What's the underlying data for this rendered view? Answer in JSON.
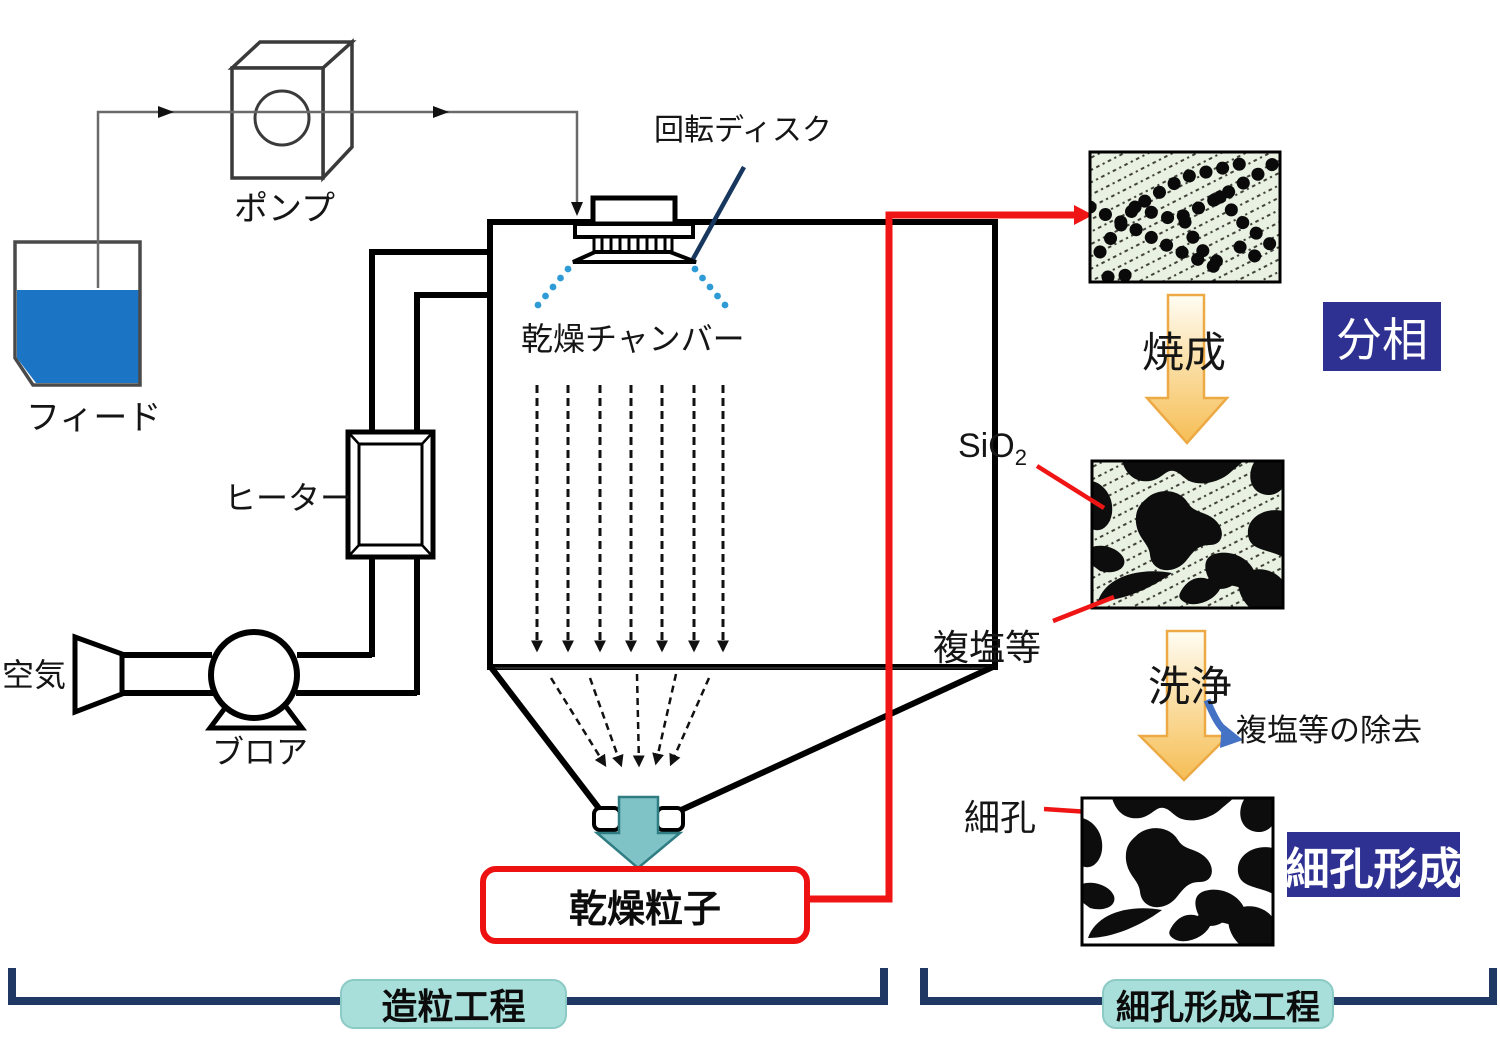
{
  "spray_dryer": {
    "feed_label": "フィード",
    "pump_label": "ポンプ",
    "heater_label": "ヒーター",
    "air_label": "空気",
    "blower_label": "ブロア",
    "chamber_label": "乾燥チャンバー",
    "rotating_disk_label": "回転ディスク",
    "dried_particles_label": "乾燥粒子"
  },
  "pore_process": {
    "calcination_label": "焼成",
    "phase_separation_label": "分相",
    "sio2_label": "SiO",
    "sio2_subscript": "2",
    "double_salt_label": "複塩等",
    "washing_label": "洗浄",
    "salt_removal_label": "複塩等の除去",
    "pore_label": "細孔",
    "pore_formation_label": "細孔形成"
  },
  "process_brackets": {
    "granulation_label": "造粒工程",
    "pore_formation_process_label": "細孔形成工程"
  },
  "colors": {
    "feed_liquid_blue": "#1b75c4",
    "connector_red": "#f01515",
    "process_arrow_orange": "#f6be55",
    "process_arrow_border": "#eca944",
    "navy_label_bg": "#2e3191",
    "teal_label_bg": "#a9dfdb",
    "teal_outlet_arrow": "#7fc3c6",
    "bracket_navy": "#1f3864",
    "micrograph_bg_green": "#e8f1e2",
    "spray_dot_blue": "#2e9bd6",
    "salt_removal_arrow_blue": "#4472c4",
    "pointer_line_red": "#f01515",
    "pointer_line_navy": "#17375e"
  }
}
